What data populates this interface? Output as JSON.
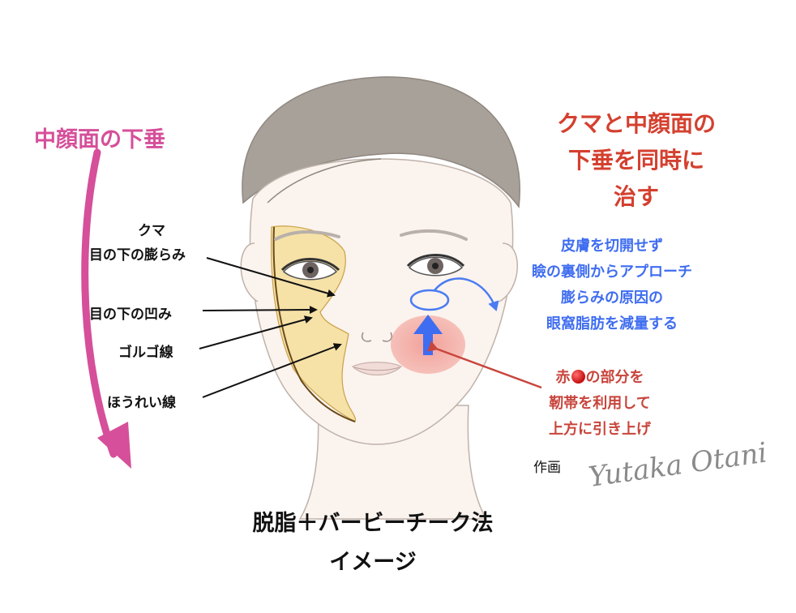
{
  "left_title": "中顔面の下垂",
  "left_labels": {
    "kuma_1": "クマ",
    "kuma_2": "目の下の膨らみ",
    "hollow": "目の下の凹み",
    "golgo": "ゴルゴ線",
    "nasolabial": "ほうれい線"
  },
  "right_heading": {
    "line1": "クマと中顔面の",
    "line2": "下垂を同時に",
    "line3": "治す"
  },
  "blue_note": {
    "line1": "皮膚を切開せず",
    "line2": "瞼の裏側からアプローチ",
    "line3": "膨らみの原因の",
    "line4": "眼窩脂肪を減量する"
  },
  "red_note": {
    "line1_prefix": "赤",
    "line1_suffix": "の部分を",
    "line2": "靭帯を利用して",
    "line3": "上方に引き上げ"
  },
  "credit_label": "作画",
  "signature": "Yutaka Otani",
  "bottom_caption": {
    "line1": "脱脂＋バービーチーク法",
    "line2": "イメージ"
  },
  "colors": {
    "pink_accent": "#d64f9a",
    "red_accent": "#d4402f",
    "blue_accent": "#3f6df0",
    "hair": "#a8a19a",
    "skin": "#fbf3ee"
  }
}
